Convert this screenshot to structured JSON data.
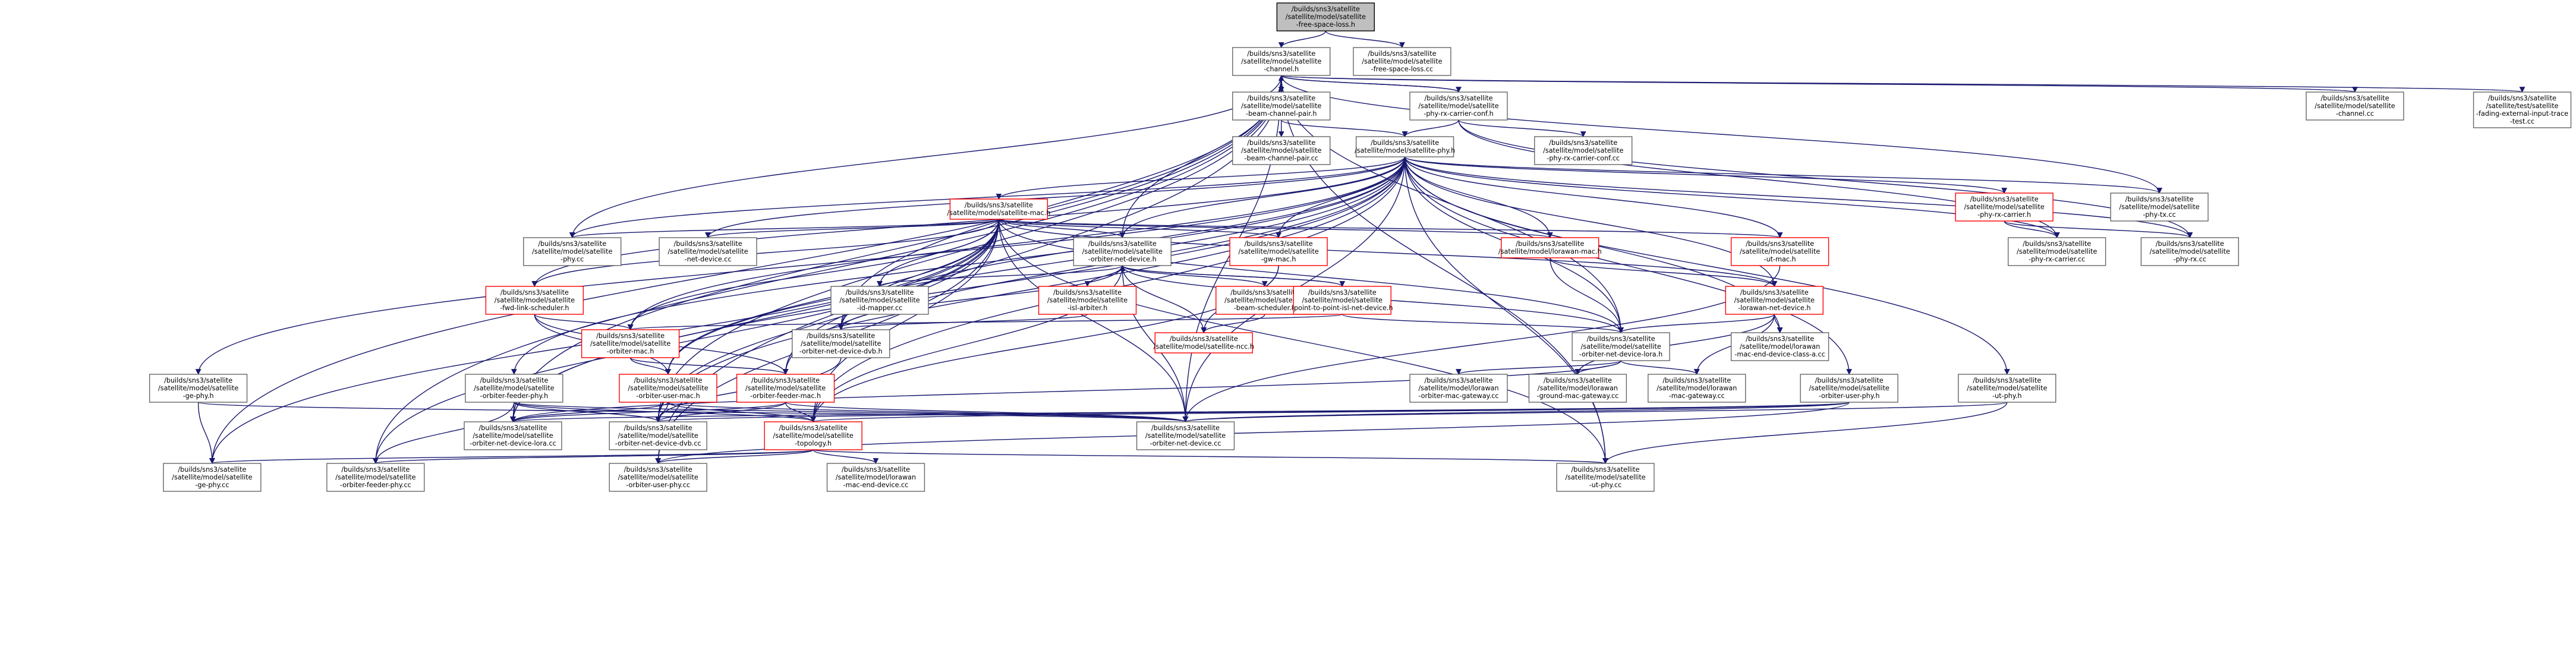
{
  "diagram": {
    "nodes": [
      {
        "id": "freespace",
        "lines": [
          "/builds/sns3/satellite",
          "/satellite/model/satellite",
          "-free-space-loss.h"
        ],
        "style": "root"
      },
      {
        "id": "channel_h",
        "lines": [
          "/builds/sns3/satellite",
          "/satellite/model/satellite",
          "-channel.h"
        ],
        "style": "normal"
      },
      {
        "id": "freespace_cc",
        "lines": [
          "/builds/sns3/satellite",
          "/satellite/model/satellite",
          "-free-space-loss.cc"
        ],
        "style": "normal"
      },
      {
        "id": "beam_pair_h",
        "lines": [
          "/builds/sns3/satellite",
          "/satellite/model/satellite",
          "-beam-channel-pair.h"
        ],
        "style": "normal"
      },
      {
        "id": "rxconf_h",
        "lines": [
          "/builds/sns3/satellite",
          "/satellite/model/satellite",
          "-phy-rx-carrier-conf.h"
        ],
        "style": "normal"
      },
      {
        "id": "channel_cc",
        "lines": [
          "/builds/sns3/satellite",
          "/satellite/model/satellite",
          "-channel.cc"
        ],
        "style": "normal"
      },
      {
        "id": "fading_test",
        "lines": [
          "/builds/sns3/satellite",
          "/satellite/test/satellite",
          "-fading-external-input-trace",
          "-test.cc"
        ],
        "style": "normal"
      },
      {
        "id": "beam_pair_cc",
        "lines": [
          "/builds/sns3/satellite",
          "/satellite/model/satellite",
          "-beam-channel-pair.cc"
        ],
        "style": "normal"
      },
      {
        "id": "phy_h",
        "lines": [
          "/builds/sns3/satellite",
          "/satellite/model/satellite-phy.h"
        ],
        "style": "normal"
      },
      {
        "id": "rxconf_cc",
        "lines": [
          "/builds/sns3/satellite",
          "/satellite/model/satellite",
          "-phy-rx-carrier-conf.cc"
        ],
        "style": "normal"
      },
      {
        "id": "mac_h",
        "lines": [
          "/builds/sns3/satellite",
          "/satellite/model/satellite-mac.h"
        ],
        "style": "red"
      },
      {
        "id": "rxcarrier_h",
        "lines": [
          "/builds/sns3/satellite",
          "/satellite/model/satellite",
          "-phy-rx-carrier.h"
        ],
        "style": "red"
      },
      {
        "id": "phytx_cc",
        "lines": [
          "/builds/sns3/satellite",
          "/satellite/model/satellite",
          "-phy-tx.cc"
        ],
        "style": "normal"
      },
      {
        "id": "phy_cc",
        "lines": [
          "/builds/sns3/satellite",
          "/satellite/model/satellite",
          "-phy.cc"
        ],
        "style": "normal"
      },
      {
        "id": "netdev_cc",
        "lines": [
          "/builds/sns3/satellite",
          "/satellite/model/satellite",
          "-net-device.cc"
        ],
        "style": "normal"
      },
      {
        "id": "orbnetdev_h",
        "lines": [
          "/builds/sns3/satellite",
          "/satellite/model/satellite",
          "-orbiter-net-device.h"
        ],
        "style": "normal"
      },
      {
        "id": "gwmac_h",
        "lines": [
          "/builds/sns3/satellite",
          "/satellite/model/satellite",
          "-gw-mac.h"
        ],
        "style": "red"
      },
      {
        "id": "lorawanmac_h",
        "lines": [
          "/builds/sns3/satellite",
          "/satellite/model/lorawan-mac.h"
        ],
        "style": "red"
      },
      {
        "id": "utmac_h",
        "lines": [
          "/builds/sns3/satellite",
          "/satellite/model/satellite",
          "-ut-mac.h"
        ],
        "style": "red"
      },
      {
        "id": "rxcarrier_cc",
        "lines": [
          "/builds/sns3/satellite",
          "/satellite/model/satellite",
          "-phy-rx-carrier.cc"
        ],
        "style": "normal"
      },
      {
        "id": "phyrx_cc",
        "lines": [
          "/builds/sns3/satellite",
          "/satellite/model/satellite",
          "-phy-rx.cc"
        ],
        "style": "normal"
      },
      {
        "id": "fwdsched_h",
        "lines": [
          "/builds/sns3/satellite",
          "/satellite/model/satellite",
          "-fwd-link-scheduler.h"
        ],
        "style": "red"
      },
      {
        "id": "islarb_h",
        "lines": [
          "/builds/sns3/satellite",
          "/satellite/model/satellite",
          "-isl-arbiter.h"
        ],
        "style": "red"
      },
      {
        "id": "beamsched_h",
        "lines": [
          "/builds/sns3/satellite",
          "/satellite/model/satellite",
          "-beam-scheduler.h"
        ],
        "style": "red"
      },
      {
        "id": "p2pisl_h",
        "lines": [
          "/builds/sns3/satellite",
          "/satellite/model/satellite",
          "-point-to-point-isl-net-device.h"
        ],
        "style": "red"
      },
      {
        "id": "idmapper_cc",
        "lines": [
          "/builds/sns3/satellite",
          "/satellite/model/satellite",
          "-id-mapper.cc"
        ],
        "style": "normal"
      },
      {
        "id": "lorawannetdev_h",
        "lines": [
          "/builds/sns3/satellite",
          "/satellite/model/satellite",
          "-lorawan-net-device.h"
        ],
        "style": "red"
      },
      {
        "id": "orbmac_h",
        "lines": [
          "/builds/sns3/satellite",
          "/satellite/model/satellite",
          "-orbiter-mac.h"
        ],
        "style": "red"
      },
      {
        "id": "orbdvb_h",
        "lines": [
          "/builds/sns3/satellite",
          "/satellite/model/satellite",
          "-orbiter-net-device-dvb.h"
        ],
        "style": "normal"
      },
      {
        "id": "ncc_h",
        "lines": [
          "/builds/sns3/satellite",
          "/satellite/model/satellite-ncc.h"
        ],
        "style": "red"
      },
      {
        "id": "orblora_h",
        "lines": [
          "/builds/sns3/satellite",
          "/satellite/model/satellite",
          "-orbiter-net-device-lora.h"
        ],
        "style": "normal"
      },
      {
        "id": "classac_cc",
        "lines": [
          "/builds/sns3/satellite",
          "/satellite/model/lorawan",
          "-mac-end-device-class-a.cc"
        ],
        "style": "normal"
      },
      {
        "id": "gephy_h",
        "lines": [
          "/builds/sns3/satellite",
          "/satellite/model/satellite",
          "-ge-phy.h"
        ],
        "style": "normal"
      },
      {
        "id": "orbfeederphy_h",
        "lines": [
          "/builds/sns3/satellite",
          "/satellite/model/satellite",
          "-orbiter-feeder-phy.h"
        ],
        "style": "normal"
      },
      {
        "id": "orbusermac_h",
        "lines": [
          "/builds/sns3/satellite",
          "/satellite/model/satellite",
          "-orbiter-user-mac.h"
        ],
        "style": "red"
      },
      {
        "id": "orbfeedermac_h",
        "lines": [
          "/builds/sns3/satellite",
          "/satellite/model/satellite",
          "-orbiter-feeder-mac.h"
        ],
        "style": "red"
      },
      {
        "id": "lwgwmac_cc",
        "lines": [
          "/builds/sns3/satellite",
          "/satellite/model/lorawan",
          "-orbiter-mac-gateway.cc"
        ],
        "style": "normal"
      },
      {
        "id": "groundmacgw_cc",
        "lines": [
          "/builds/sns3/satellite",
          "/satellite/model/lorawan",
          "-ground-mac-gateway.cc"
        ],
        "style": "normal"
      },
      {
        "id": "macgw_cc",
        "lines": [
          "/builds/sns3/satellite",
          "/satellite/model/lorawan",
          "-mac-gateway.cc"
        ],
        "style": "normal"
      },
      {
        "id": "orbuserphy_h",
        "lines": [
          "/builds/sns3/satellite",
          "/satellite/model/satellite",
          "-orbiter-user-phy.h"
        ],
        "style": "normal"
      },
      {
        "id": "utphy_h",
        "lines": [
          "/builds/sns3/satellite",
          "/satellite/model/satellite",
          "-ut-phy.h"
        ],
        "style": "normal"
      },
      {
        "id": "orblora_cc",
        "lines": [
          "/builds/sns3/satellite",
          "/satellite/model/satellite",
          "-orbiter-net-device-lora.cc"
        ],
        "style": "normal"
      },
      {
        "id": "orbdvb_cc",
        "lines": [
          "/builds/sns3/satellite",
          "/satellite/model/satellite",
          "-orbiter-net-device-dvb.cc"
        ],
        "style": "normal"
      },
      {
        "id": "topology_h",
        "lines": [
          "/builds/sns3/satellite",
          "/satellite/model/satellite",
          "-topology.h"
        ],
        "style": "red"
      },
      {
        "id": "orbnetdev_cc",
        "lines": [
          "/builds/sns3/satellite",
          "/satellite/model/satellite",
          "-orbiter-net-device.cc"
        ],
        "style": "normal"
      },
      {
        "id": "gephy_cc",
        "lines": [
          "/builds/sns3/satellite",
          "/satellite/model/satellite",
          "-ge-phy.cc"
        ],
        "style": "normal"
      },
      {
        "id": "orbfeederphy_cc",
        "lines": [
          "/builds/sns3/satellite",
          "/satellite/model/satellite",
          "-orbiter-feeder-phy.cc"
        ],
        "style": "normal"
      },
      {
        "id": "orbuserphy_cc",
        "lines": [
          "/builds/sns3/satellite",
          "/satellite/model/satellite",
          "-orbiter-user-phy.cc"
        ],
        "style": "normal"
      },
      {
        "id": "enddevice_cc",
        "lines": [
          "/builds/sns3/satellite",
          "/satellite/model/lorawan",
          "-mac-end-device.cc"
        ],
        "style": "normal"
      },
      {
        "id": "utphy_cc",
        "lines": [
          "/builds/sns3/satellite",
          "/satellite/model/satellite",
          "-ut-phy.cc"
        ],
        "style": "normal"
      }
    ],
    "edges": [
      [
        "freespace",
        "channel_h"
      ],
      [
        "freespace",
        "freespace_cc"
      ],
      [
        "channel_h",
        "beam_pair_h"
      ],
      [
        "channel_h",
        "rxconf_h"
      ],
      [
        "channel_h",
        "channel_cc"
      ],
      [
        "channel_h",
        "fading_test"
      ],
      [
        "channel_h",
        "orbnetdev_h"
      ],
      [
        "channel_h",
        "phy_cc"
      ],
      [
        "channel_h",
        "gephy_cc"
      ],
      [
        "channel_h",
        "orblora_cc"
      ],
      [
        "channel_h",
        "orbdvb_cc"
      ],
      [
        "channel_h",
        "orbfeederphy_cc"
      ],
      [
        "channel_h",
        "orbuserphy_cc"
      ],
      [
        "channel_h",
        "utphy_cc"
      ],
      [
        "channel_h",
        "phytx_cc"
      ],
      [
        "channel_h",
        "orbnetdev_cc"
      ],
      [
        "channel_h",
        "orblora_h"
      ],
      [
        "channel_h",
        "orbdvb_h"
      ],
      [
        "beam_pair_h",
        "beam_pair_cc"
      ],
      [
        "beam_pair_h",
        "phy_h"
      ],
      [
        "rxconf_h",
        "phy_h"
      ],
      [
        "rxconf_h",
        "rxconf_cc"
      ],
      [
        "rxconf_h",
        "phyrx_cc"
      ],
      [
        "rxconf_h",
        "channel_h"
      ],
      [
        "rxconf_h",
        "rxcarrier_cc"
      ],
      [
        "phy_h",
        "mac_h"
      ],
      [
        "phy_h",
        "rxcarrier_h"
      ],
      [
        "phy_h",
        "phytx_cc"
      ],
      [
        "phy_h",
        "phy_cc"
      ],
      [
        "phy_h",
        "netdev_cc"
      ],
      [
        "phy_h",
        "orbnetdev_h"
      ],
      [
        "phy_h",
        "gwmac_h"
      ],
      [
        "phy_h",
        "lorawanmac_h"
      ],
      [
        "phy_h",
        "utmac_h"
      ],
      [
        "phy_h",
        "rxcarrier_cc"
      ],
      [
        "phy_h",
        "phyrx_cc"
      ],
      [
        "phy_h",
        "fwdsched_h"
      ],
      [
        "phy_h",
        "lorawannetdev_h"
      ],
      [
        "phy_h",
        "orbmac_h"
      ],
      [
        "phy_h",
        "orbdvb_h"
      ],
      [
        "phy_h",
        "orblora_h"
      ],
      [
        "phy_h",
        "classac_cc"
      ],
      [
        "phy_h",
        "gephy_h"
      ],
      [
        "phy_h",
        "orbfeederphy_h"
      ],
      [
        "phy_h",
        "orbusermac_h"
      ],
      [
        "phy_h",
        "orbfeedermac_h"
      ],
      [
        "phy_h",
        "orbuserphy_h"
      ],
      [
        "phy_h",
        "utphy_h"
      ],
      [
        "phy_h",
        "topology_h"
      ],
      [
        "phy_h",
        "orbnetdev_cc"
      ],
      [
        "phy_h",
        "orblora_cc"
      ],
      [
        "phy_h",
        "orbdvb_cc"
      ],
      [
        "phy_h",
        "utphy_cc"
      ],
      [
        "mac_h",
        "phy_cc"
      ],
      [
        "mac_h",
        "netdev_cc"
      ],
      [
        "mac_h",
        "orbnetdev_h"
      ],
      [
        "mac_h",
        "gwmac_h"
      ],
      [
        "mac_h",
        "lorawanmac_h"
      ],
      [
        "mac_h",
        "utmac_h"
      ],
      [
        "mac_h",
        "idmapper_cc"
      ],
      [
        "mac_h",
        "fwdsched_h"
      ],
      [
        "mac_h",
        "orbmac_h"
      ],
      [
        "mac_h",
        "orbdvb_h"
      ],
      [
        "mac_h",
        "orblora_h"
      ],
      [
        "mac_h",
        "orbusermac_h"
      ],
      [
        "mac_h",
        "orbfeedermac_h"
      ],
      [
        "mac_h",
        "lorawannetdev_h"
      ],
      [
        "mac_h",
        "topology_h"
      ],
      [
        "mac_h",
        "orbnetdev_cc"
      ],
      [
        "mac_h",
        "gephy_cc"
      ],
      [
        "mac_h",
        "orbfeederphy_cc"
      ],
      [
        "mac_h",
        "orbuserphy_cc"
      ],
      [
        "mac_h",
        "orblora_cc"
      ],
      [
        "mac_h",
        "orbdvb_cc"
      ],
      [
        "mac_h",
        "utphy_cc"
      ],
      [
        "rxcarrier_h",
        "rxcarrier_cc"
      ],
      [
        "rxcarrier_h",
        "phyrx_cc"
      ],
      [
        "orbnetdev_h",
        "islarb_h"
      ],
      [
        "orbnetdev_h",
        "beamsched_h"
      ],
      [
        "orbnetdev_h",
        "p2pisl_h"
      ],
      [
        "orbnetdev_h",
        "idmapper_cc"
      ],
      [
        "orbnetdev_h",
        "orbdvb_h"
      ],
      [
        "orbnetdev_h",
        "orblora_h"
      ],
      [
        "orbnetdev_h",
        "ncc_h"
      ],
      [
        "orbnetdev_h",
        "topology_h"
      ],
      [
        "orbnetdev_h",
        "orbnetdev_cc"
      ],
      [
        "islarb_h",
        "orbnetdev_h"
      ],
      [
        "islarb_h",
        "orbdvb_h"
      ],
      [
        "p2pisl_h",
        "orbnetdev_h"
      ],
      [
        "p2pisl_h",
        "orblora_h"
      ],
      [
        "p2pisl_h",
        "orbmac_h"
      ],
      [
        "beamsched_h",
        "ncc_h"
      ],
      [
        "gwmac_h",
        "ncc_h"
      ],
      [
        "gwmac_h",
        "topology_h"
      ],
      [
        "lorawanmac_h",
        "lorawannetdev_h"
      ],
      [
        "lorawanmac_h",
        "orblora_h"
      ],
      [
        "utmac_h",
        "orbnetdev_cc"
      ],
      [
        "lorawannetdev_h",
        "orblora_h"
      ],
      [
        "lorawannetdev_h",
        "classac_cc"
      ],
      [
        "lorawannetdev_h",
        "groundmacgw_cc"
      ],
      [
        "lorawannetdev_h",
        "macgw_cc"
      ],
      [
        "fwdsched_h",
        "orbmac_h"
      ],
      [
        "fwdsched_h",
        "orbusermac_h"
      ],
      [
        "fwdsched_h",
        "orbfeedermac_h"
      ],
      [
        "orbmac_h",
        "orbusermac_h"
      ],
      [
        "orbmac_h",
        "orbfeedermac_h"
      ],
      [
        "orbdvb_h",
        "orbdvb_cc"
      ],
      [
        "orblora_h",
        "lwgwmac_cc"
      ],
      [
        "orblora_h",
        "groundmacgw_cc"
      ],
      [
        "orblora_h",
        "macgw_cc"
      ],
      [
        "orblora_h",
        "orblora_cc"
      ],
      [
        "gephy_h",
        "gephy_cc"
      ],
      [
        "gephy_h",
        "orbnetdev_cc"
      ],
      [
        "orbfeederphy_h",
        "orbfeederphy_cc"
      ],
      [
        "orbfeederphy_h",
        "orblora_cc"
      ],
      [
        "orbfeederphy_h",
        "orbdvb_cc"
      ],
      [
        "orbfeederphy_h",
        "topology_h"
      ],
      [
        "orbfeederphy_h",
        "orbnetdev_cc"
      ],
      [
        "orbusermac_h",
        "orblora_cc"
      ],
      [
        "orbusermac_h",
        "orbdvb_cc"
      ],
      [
        "orbusermac_h",
        "topology_h"
      ],
      [
        "orbusermac_h",
        "orbnetdev_cc"
      ],
      [
        "orbfeedermac_h",
        "orblora_cc"
      ],
      [
        "orbfeedermac_h",
        "orbdvb_cc"
      ],
      [
        "orbfeedermac_h",
        "topology_h"
      ],
      [
        "orbfeedermac_h",
        "orbnetdev_cc"
      ],
      [
        "orbuserphy_h",
        "orbuserphy_cc"
      ],
      [
        "orbuserphy_h",
        "orblora_cc"
      ],
      [
        "orbuserphy_h",
        "orbdvb_cc"
      ],
      [
        "orbuserphy_h",
        "topology_h"
      ],
      [
        "orbuserphy_h",
        "orbnetdev_cc"
      ],
      [
        "utphy_h",
        "utphy_cc"
      ],
      [
        "utphy_h",
        "orbnetdev_cc"
      ],
      [
        "topology_h",
        "gephy_cc"
      ],
      [
        "topology_h",
        "orbfeederphy_cc"
      ],
      [
        "topology_h",
        "orbuserphy_cc"
      ],
      [
        "topology_h",
        "enddevice_cc"
      ],
      [
        "topology_h",
        "utphy_cc"
      ]
    ]
  }
}
